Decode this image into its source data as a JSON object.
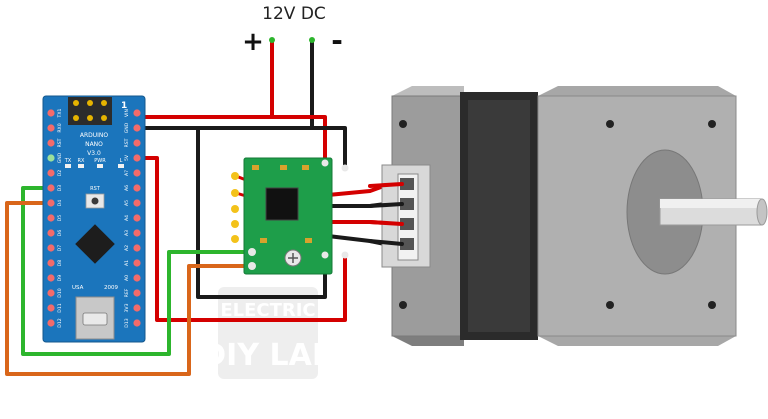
{
  "power": {
    "title": "12V DC",
    "plus": "+",
    "minus": "-"
  },
  "arduino": {
    "name_line1": "ARDUINO",
    "name_line2": "NANO",
    "name_line3": "V3.0",
    "tx_label": "TX",
    "rx_label": "RX",
    "pwr_label": "PWR",
    "l_label": "L",
    "rst_label": "RST",
    "usa_label": "USA",
    "year_label": "2009",
    "top_num": "1",
    "left_pins": [
      "TX1",
      "RX0",
      "RST",
      "GND",
      "D2",
      "D3",
      "D4",
      "D5",
      "D6",
      "D7",
      "D8",
      "D9",
      "D10",
      "D11",
      "D12"
    ],
    "right_pins": [
      "VIN",
      "GND",
      "RST",
      "5V",
      "A7",
      "A6",
      "A5",
      "A4",
      "A3",
      "A2",
      "A1",
      "A0",
      "REF",
      "3V3",
      "D13"
    ]
  },
  "watermark": {
    "line1": "ELECTRIC",
    "line2": "DIY LAB"
  },
  "colors": {
    "red_wire": "#d40000",
    "black_wire": "#1a1a1a",
    "green_wire": "#2db52d",
    "orange_wire": "#d9661a",
    "board_blue": "#1b75bc",
    "driver_green": "#1e9e4a",
    "motor_gray": "#9a9a9a"
  }
}
